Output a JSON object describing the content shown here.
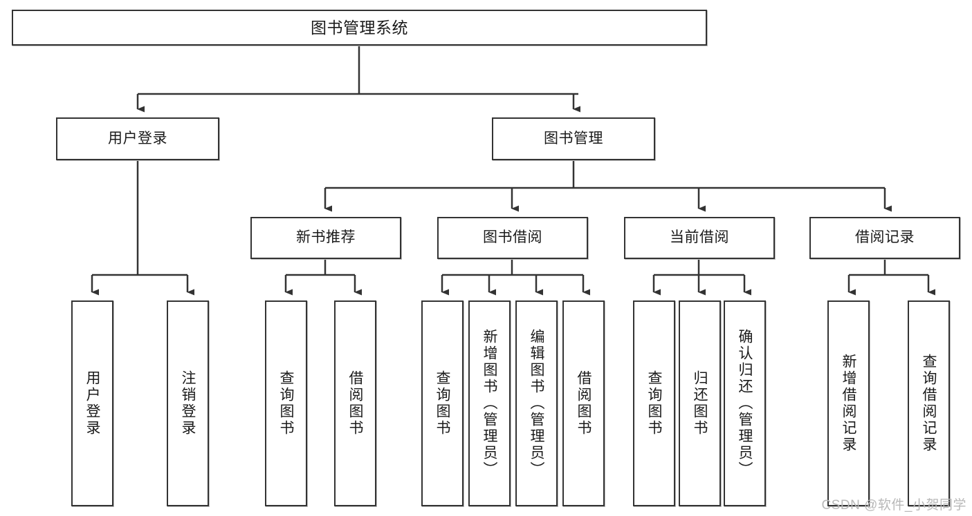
{
  "diagram": {
    "title": "图书管理系统",
    "type": "hierarchy-tree",
    "colors": {
      "box_border": "#333333",
      "box_fill": "#ffffff",
      "connector": "#333333",
      "watermark": "#b8b8b8"
    },
    "nodes": {
      "root": {
        "label": "图书管理系统",
        "level": 0
      },
      "level1": [
        {
          "label": "用户登录"
        },
        {
          "label": "图书管理"
        }
      ],
      "level2": [
        {
          "label": "新书推荐"
        },
        {
          "label": "图书借阅"
        },
        {
          "label": "当前借阅"
        },
        {
          "label": "借阅记录"
        }
      ],
      "leaves": {
        "user_login": [
          {
            "label": "用户登录"
          },
          {
            "label": "注销登录"
          }
        ],
        "new_book_recommend": [
          {
            "label": "查询图书"
          },
          {
            "label": "借阅图书"
          }
        ],
        "book_borrow": [
          {
            "label": "查询图书"
          },
          {
            "label": "新增图书（管理员）"
          },
          {
            "label": "编辑图书（管理员）"
          },
          {
            "label": "借阅图书"
          }
        ],
        "current_borrow": [
          {
            "label": "查询图书"
          },
          {
            "label": "归还图书"
          },
          {
            "label": "确认归还（管理员）"
          }
        ],
        "borrow_record": [
          {
            "label": "新增借阅记录"
          },
          {
            "label": "查询借阅记录"
          }
        ]
      }
    },
    "watermark": "CSDN @软件_小贺同学"
  }
}
